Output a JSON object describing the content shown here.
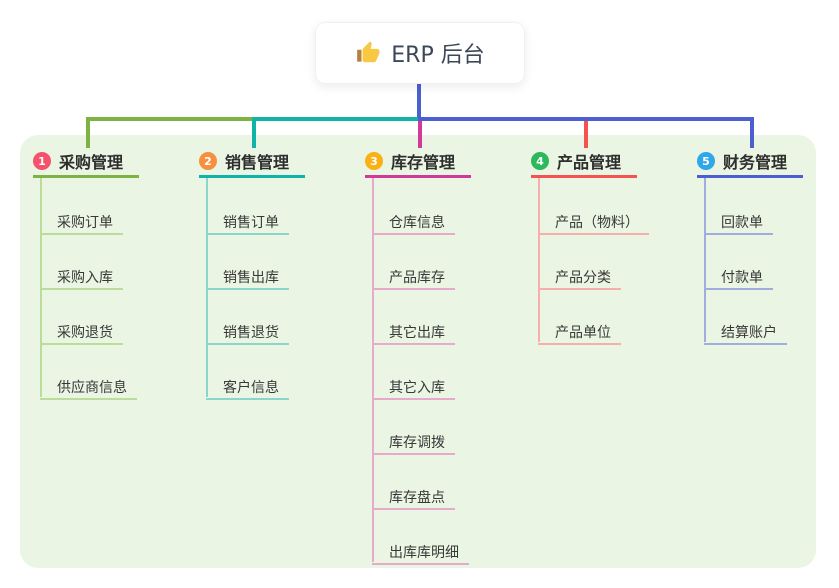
{
  "root": {
    "title": "ERP 后台",
    "icon": "thumbs-up-icon",
    "icon_color": "#F7C844",
    "icon_cuff_color": "#B5813E"
  },
  "panel_color": "#EAF5E3",
  "root_connector_color": "#4C5FD2",
  "branches": [
    {
      "num": "1",
      "label": "采购管理",
      "badge_color": "#F5516C",
      "line_color": "#7DB342",
      "sub_line_color": "#BADD9B",
      "items": [
        "采购订单",
        "采购入库",
        "采购退货",
        "供应商信息"
      ]
    },
    {
      "num": "2",
      "label": "销售管理",
      "badge_color": "#F7903E",
      "line_color": "#0FB3A8",
      "sub_line_color": "#8BD5CB",
      "items": [
        "销售订单",
        "销售出库",
        "销售退货",
        "客户信息"
      ]
    },
    {
      "num": "3",
      "label": "库存管理",
      "badge_color": "#F9B115",
      "line_color": "#D13B97",
      "sub_line_color": "#E6AACB",
      "items": [
        "仓库信息",
        "产品库存",
        "其它出库",
        "其它入库",
        "库存调拨",
        "库存盘点",
        "出库库明细"
      ]
    },
    {
      "num": "4",
      "label": "产品管理",
      "badge_color": "#2EB85C",
      "line_color": "#F5534E",
      "sub_line_color": "#F6AFAC",
      "items": [
        "产品（物料）",
        "产品分类",
        "产品单位"
      ]
    },
    {
      "num": "5",
      "label": "财务管理",
      "badge_color": "#2FA7E9",
      "line_color": "#4C5FD2",
      "sub_line_color": "#A0AEDC",
      "items": [
        "回款单",
        "付款单",
        "结算账户"
      ]
    }
  ]
}
